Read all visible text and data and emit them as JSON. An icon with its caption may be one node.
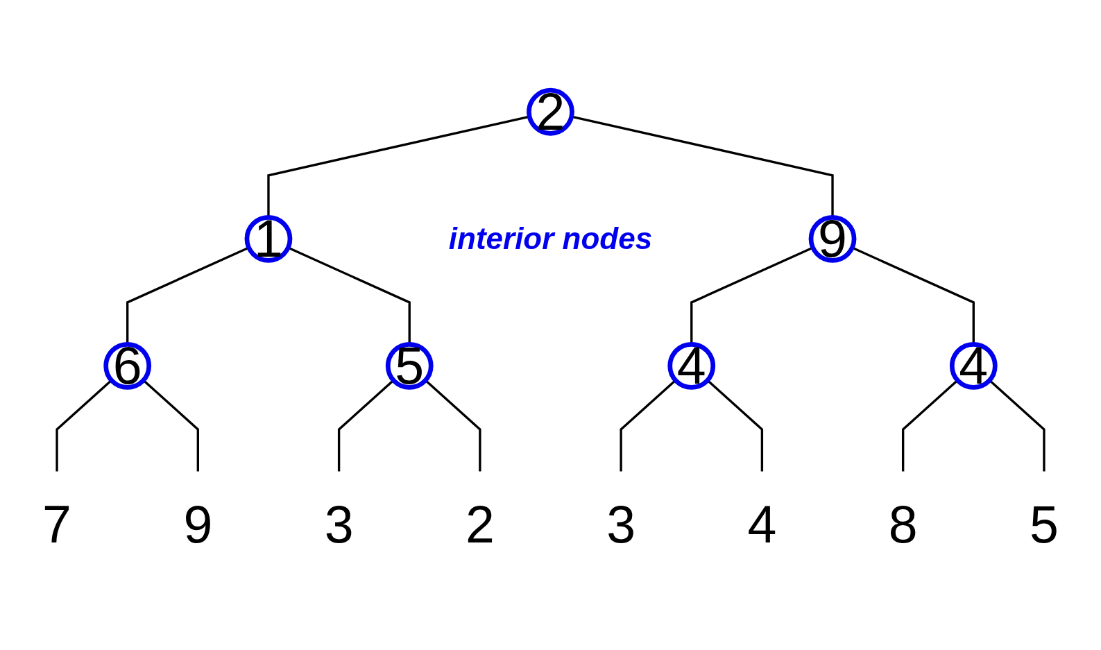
{
  "diagram": {
    "nodes": [
      {
        "text": [
          "2"
        ]
      },
      {
        "text": [
          "1"
        ]
      },
      {
        "text": [
          "9"
        ]
      },
      {
        "text": [
          "6"
        ]
      },
      {
        "text": [
          "5"
        ]
      },
      {
        "text": [
          "4"
        ]
      },
      {
        "text": [
          "4"
        ]
      },
      {
        "text": [
          "7"
        ]
      },
      {
        "text": [
          "9"
        ]
      },
      {
        "text": [
          "3"
        ]
      },
      {
        "text": [
          "2"
        ]
      },
      {
        "text": [
          "3"
        ]
      },
      {
        "text": [
          "4"
        ]
      },
      {
        "text": [
          "8"
        ]
      },
      {
        "text": [
          "5"
        ]
      }
    ],
    "edges": [
      {
        "from": 0,
        "to": 1,
        "arrow": "none"
      },
      {
        "from": 0,
        "to": 2,
        "arrow": "none"
      },
      {
        "from": 1,
        "to": 3,
        "arrow": "none"
      },
      {
        "from": 1,
        "to": 4,
        "arrow": "none"
      },
      {
        "from": 2,
        "to": 5,
        "arrow": "none"
      },
      {
        "from": 2,
        "to": 6,
        "arrow": "none"
      },
      {
        "from": 3,
        "to": 7,
        "arrow": "none"
      },
      {
        "from": 3,
        "to": 8,
        "arrow": "none"
      },
      {
        "from": 4,
        "to": 9,
        "arrow": "none"
      },
      {
        "from": 4,
        "to": 10,
        "arrow": "none"
      },
      {
        "from": 5,
        "to": 11,
        "arrow": "none"
      },
      {
        "from": 5,
        "to": 12,
        "arrow": "none"
      },
      {
        "from": 6,
        "to": 13,
        "arrow": "none"
      },
      {
        "from": 6,
        "to": 14,
        "arrow": "none"
      }
    ],
    "labels": [
      "interior nodes"
    ]
  }
}
